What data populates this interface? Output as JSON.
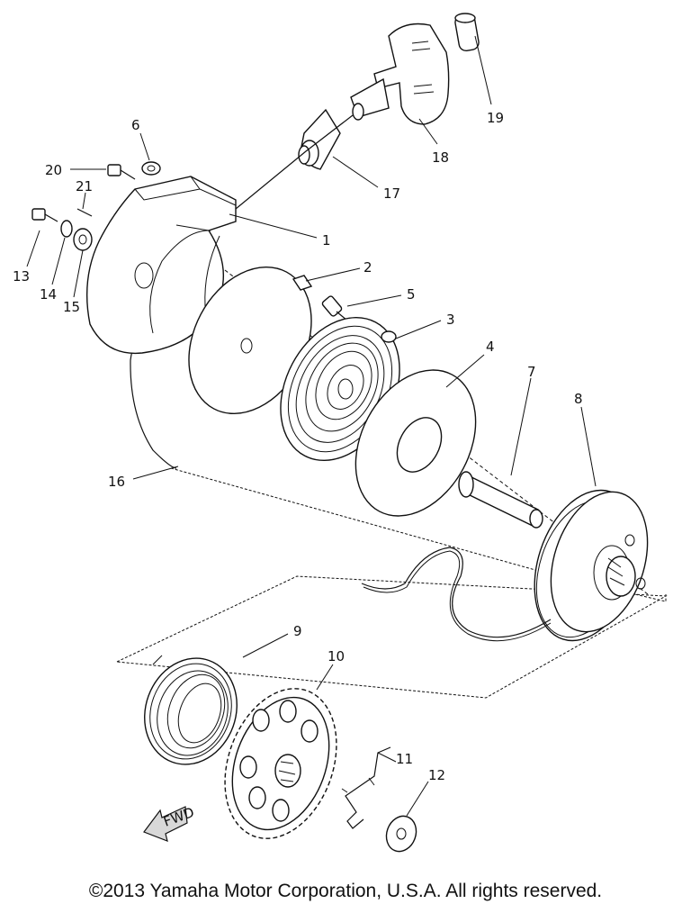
{
  "diagram": {
    "part_labels": {
      "p1": "1",
      "p2": "2",
      "p3": "3",
      "p4": "4",
      "p5": "5",
      "p6": "6",
      "p7": "7",
      "p8": "8",
      "p9": "9",
      "p10": "10",
      "p11": "11",
      "p12": "12",
      "p13": "13",
      "p14": "14",
      "p15": "15",
      "p16": "16",
      "p17": "17",
      "p18": "18",
      "p19": "19",
      "p20": "20",
      "p21": "21"
    },
    "fwd_label": "FWD"
  },
  "footer": {
    "copyright": "©2013 Yamaha Motor Corporation, U.S.A. All rights reserved."
  }
}
